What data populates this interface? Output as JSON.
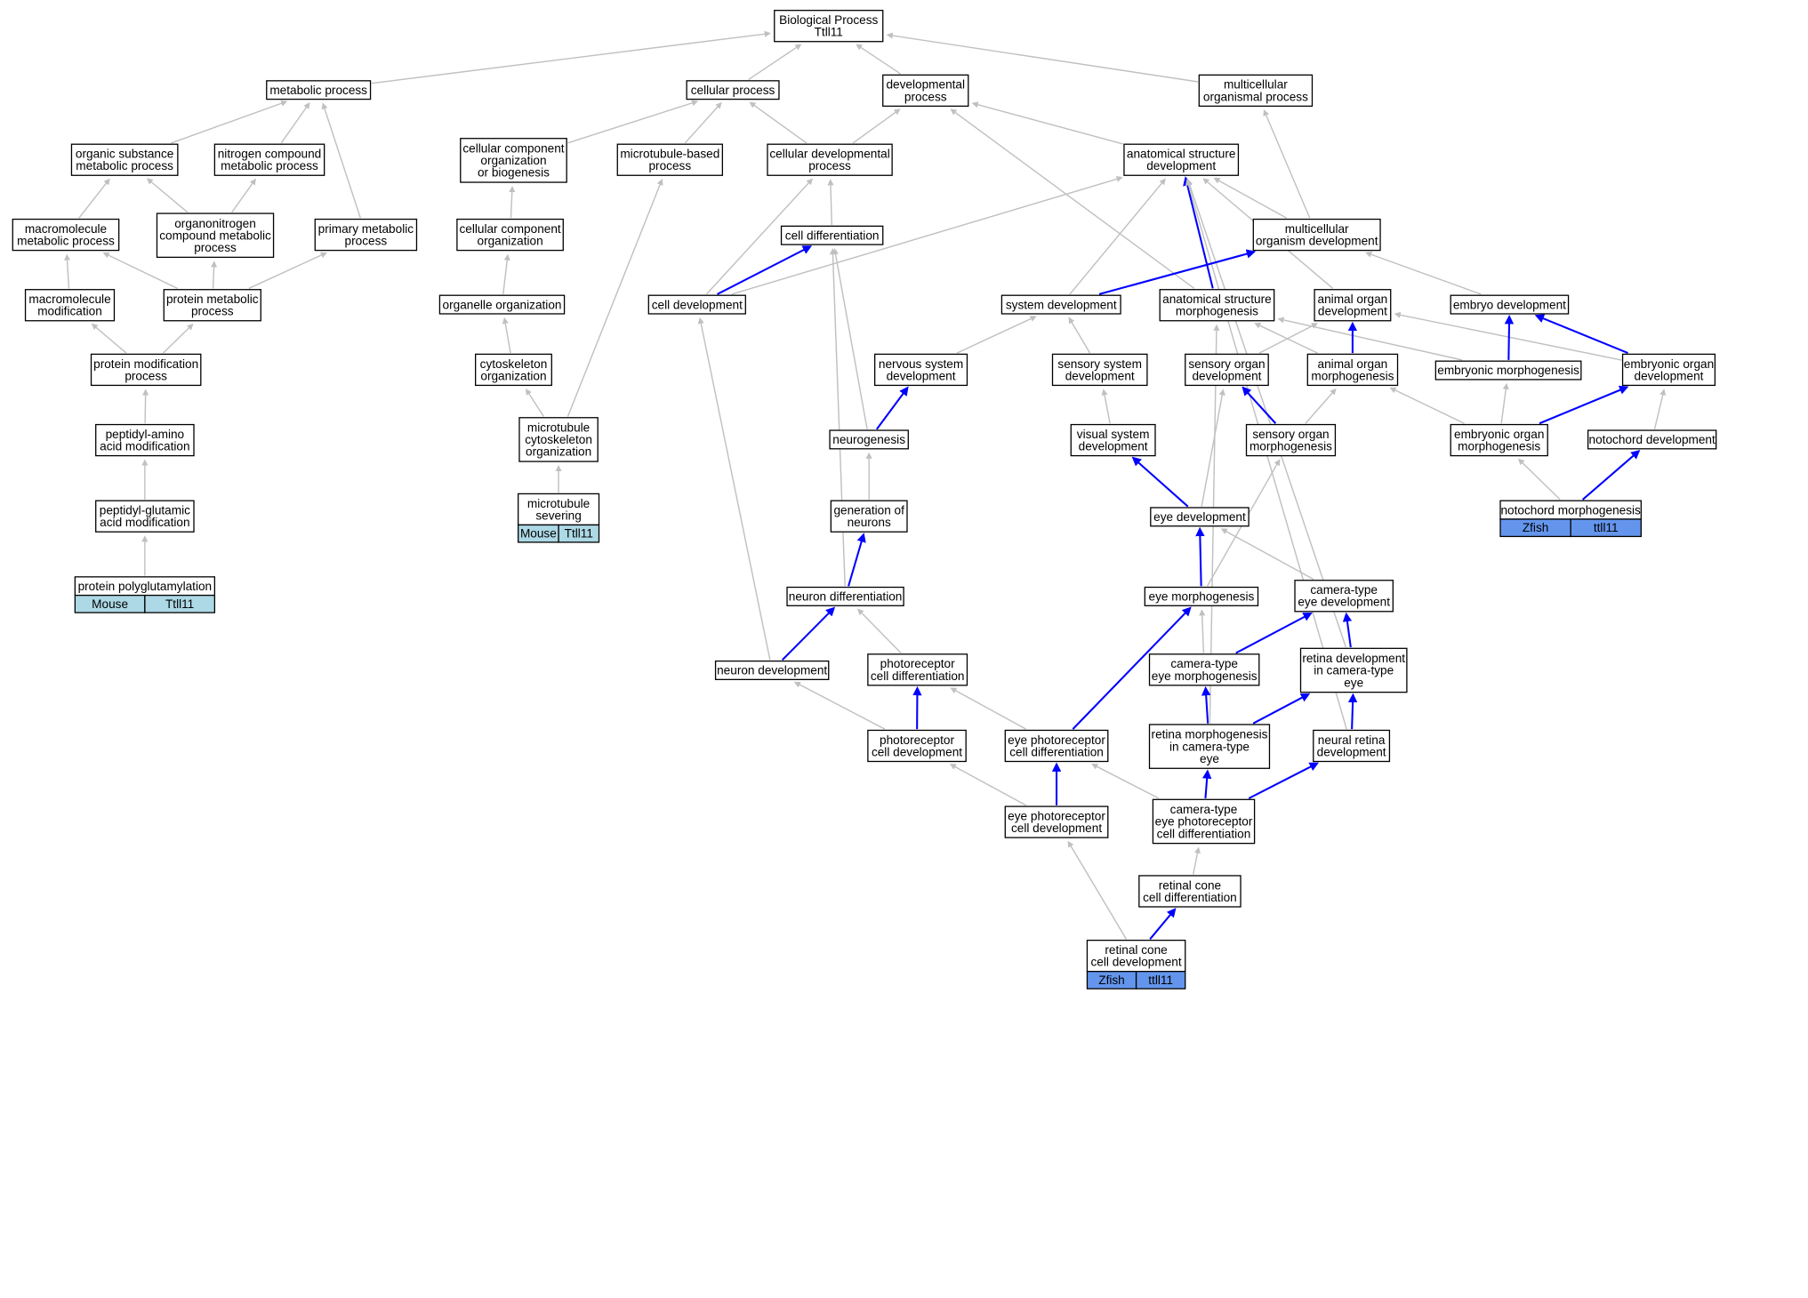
{
  "colors": {
    "gray_edge": "#c0c0c0",
    "blue_edge": "#0000ff",
    "mouse_fill": "#add8e6",
    "zfish_fill": "#6495ed",
    "node_stroke": "#000000"
  },
  "nodes": {
    "bp": [
      "Biological Process",
      "Ttll11"
    ],
    "metabolic": [
      "metabolic process"
    ],
    "cellular": [
      "cellular process"
    ],
    "developmental": [
      "developmental",
      "process"
    ],
    "multicellular": [
      "multicellular",
      "organismal process"
    ],
    "organic": [
      "organic substance",
      "metabolic process"
    ],
    "nitrogen": [
      "nitrogen compound",
      "metabolic process"
    ],
    "ccorg_bio": [
      "cellular component",
      "organization",
      "or biogenesis"
    ],
    "mt_based": [
      "microtubule-based",
      "process"
    ],
    "cell_dev_proc": [
      "cellular developmental",
      "process"
    ],
    "anat_dev": [
      "anatomical structure",
      "development"
    ],
    "macro_met": [
      "macromolecule",
      "metabolic process"
    ],
    "organonitrogen": [
      "organonitrogen",
      "compound metabolic",
      "process"
    ],
    "primary": [
      "primary metabolic",
      "process"
    ],
    "ccorg": [
      "cellular component",
      "organization"
    ],
    "cell_diff": [
      "cell differentiation"
    ],
    "multi_dev": [
      "multicellular",
      "organism development"
    ],
    "macro_mod": [
      "macromolecule",
      "modification"
    ],
    "prot_met": [
      "protein metabolic",
      "process"
    ],
    "organelle": [
      "organelle organization"
    ],
    "cell_develop": [
      "cell development"
    ],
    "sys_dev": [
      "system development"
    ],
    "anat_morph": [
      "anatomical structure",
      "morphogenesis"
    ],
    "animal_organ_dev": [
      "animal organ",
      "development"
    ],
    "embryo_dev": [
      "embryo development"
    ],
    "prot_mod": [
      "protein modification",
      "process"
    ],
    "cytoskel": [
      "cytoskeleton",
      "organization"
    ],
    "nerv_dev": [
      "nervous system",
      "development"
    ],
    "sens_sys": [
      "sensory system",
      "development"
    ],
    "sens_organ_dev": [
      "sensory organ",
      "development"
    ],
    "animal_organ_morph": [
      "animal organ",
      "morphogenesis"
    ],
    "emb_morph": [
      "embryonic morphogenesis"
    ],
    "emb_organ_dev": [
      "embryonic organ",
      "development"
    ],
    "peptidyl_amino": [
      "peptidyl-amino",
      "acid modification"
    ],
    "mt_cyto": [
      "microtubule",
      "cytoskeleton",
      "organization"
    ],
    "neurogenesis": [
      "neurogenesis"
    ],
    "visual": [
      "visual system",
      "development"
    ],
    "sens_organ_morph": [
      "sensory organ",
      "morphogenesis"
    ],
    "emb_organ_morph": [
      "embryonic organ",
      "morphogenesis"
    ],
    "notochord_dev": [
      "notochord development"
    ],
    "peptidyl_glu": [
      "peptidyl-glutamic",
      "acid modification"
    ],
    "mt_sever": [
      "microtubule",
      "severing"
    ],
    "gen_neurons": [
      "generation of",
      "neurons"
    ],
    "eye_dev": [
      "eye development"
    ],
    "notochord_morph": [
      "notochord morphogenesis"
    ],
    "prot_polyglu": [
      "protein polyglutamylation"
    ],
    "neuron_diff": [
      "neuron differentiation"
    ],
    "eye_morph": [
      "eye morphogenesis"
    ],
    "cam_eye_dev": [
      "camera-type",
      "eye development"
    ],
    "neuron_dev": [
      "neuron development"
    ],
    "photo_diff": [
      "photoreceptor",
      "cell differentiation"
    ],
    "cam_eye_morph": [
      "camera-type",
      "eye morphogenesis"
    ],
    "retina_dev": [
      "retina development",
      "in camera-type",
      "eye"
    ],
    "photo_dev": [
      "photoreceptor",
      "cell development"
    ],
    "eye_photo_diff": [
      "eye photoreceptor",
      "cell differentiation"
    ],
    "retina_morph": [
      "retina morphogenesis",
      "in camera-type",
      "eye"
    ],
    "neural_retina": [
      "neural retina",
      "development"
    ],
    "eye_photo_dev": [
      "eye photoreceptor",
      "cell development"
    ],
    "cam_photo_diff": [
      "camera-type",
      "eye photoreceptor",
      "cell differentiation"
    ],
    "cone_diff": [
      "retinal cone",
      "cell differentiation"
    ],
    "cone_dev": [
      "retinal cone",
      "cell development"
    ]
  },
  "annotations": {
    "prot_polyglu": [
      "Mouse",
      "Ttll11"
    ],
    "mt_sever": [
      "Mouse",
      "Ttll11"
    ],
    "notochord_morph": [
      "Zfish",
      "ttll11"
    ],
    "cone_dev": [
      "Zfish",
      "ttll11"
    ]
  }
}
